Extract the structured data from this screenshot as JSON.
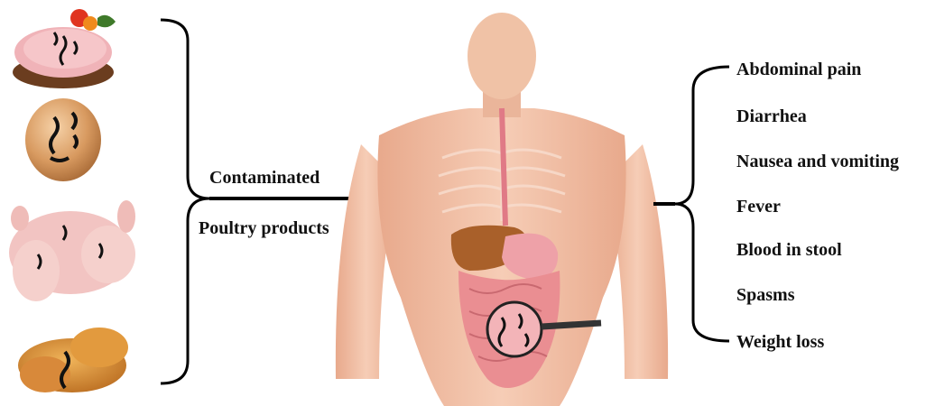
{
  "source": {
    "line1": "Contaminated",
    "line2": "Poultry products"
  },
  "foods": [
    {
      "name": "sandwich"
    },
    {
      "name": "egg"
    },
    {
      "name": "raw chicken"
    },
    {
      "name": "fried chicken"
    }
  ],
  "symptoms": [
    "Abdominal pain",
    "Diarrhea",
    "Nausea and vomiting",
    "Fever",
    "Blood in stool",
    "Spasms",
    "Weight loss"
  ],
  "colors": {
    "skin": "#f2c2a8",
    "skin_shadow": "#e3a58a",
    "liver": "#b0642c",
    "stomach": "#e99aa2",
    "intestine": "#e88a8e",
    "bracket": "#000000"
  }
}
